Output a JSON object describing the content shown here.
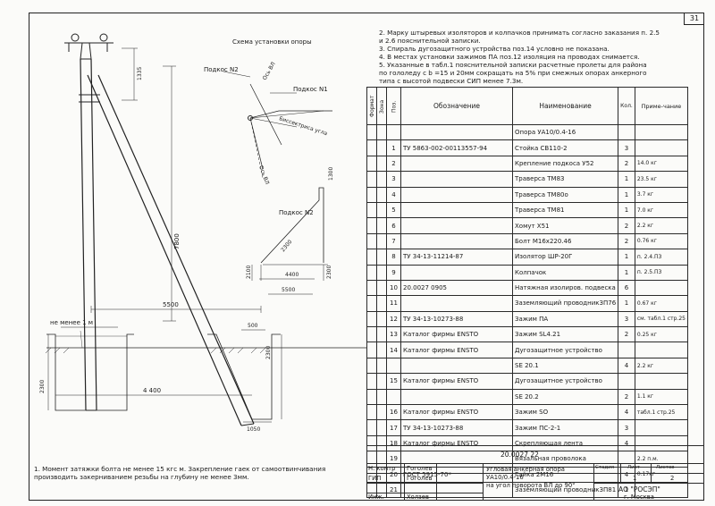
{
  "page_number": "31",
  "notes_top": [
    "2. Марку штыревых изоляторов и колпачков принимать согласно заказания п. 2.5",
    "и 2.6 пояснительной записки.",
    "3. Спираль дугозащитного устройства поз.14 условно не показана.",
    "4. В местах установки зажимов ПА поз.12 изоляция на проводах снимается.",
    "5. Указанные в табл.1 пояснительной записки расчетные пролеты для района",
    "по гололеду с b =15 и 20мм сокращать на 5% при смежных опорах анкерного",
    "типа с высотой подвески СИП менее 7.3м."
  ],
  "scheme": {
    "title": "Схема установки опоры",
    "podkos_n2": "Подкос N2",
    "podkos_n1": "Подкос N1",
    "os_vl_1": "Ось ВЛ",
    "os_vl_2": "Ось ВЛ",
    "bissectrisa": "Биссектриса угла",
    "podkos_n2_b": "Подкос N2"
  },
  "dims": {
    "d1335": "1335",
    "d7800": "7800",
    "d1300": "1300",
    "d2300a": "2300",
    "d2100": "2100",
    "d4400a": "4400",
    "d2300b": "2300",
    "d5500a": "5500",
    "d5500b": "5500",
    "ne_menee": "не менее 1 м",
    "d500": "500",
    "d2300c": "2300",
    "d4400b": "4 400",
    "d2300d": "2300",
    "d1050": "1050"
  },
  "spec_header": {
    "format": "Формат",
    "zona": "Зона",
    "poz": "Поз.",
    "oboznachenie": "Обозначение",
    "naimenovanie": "Наименование",
    "kol": "Кол.",
    "primechanie": "Приме-чание"
  },
  "spec_rows": [
    {
      "poz": "",
      "obozn": "",
      "naim": "Опора УА10/0.4-16",
      "kol": "",
      "prim": ""
    },
    {
      "poz": "1",
      "obozn": "ТУ 5863-002-00113557-94",
      "naim": "Стойка СВ110-2",
      "kol": "3",
      "prim": ""
    },
    {
      "poz": "2",
      "obozn": "",
      "naim": "Крепление подкоса У52",
      "kol": "2",
      "prim": "14.0 кг"
    },
    {
      "poz": "3",
      "obozn": "",
      "naim": "Траверса ТМ83",
      "kol": "1",
      "prim": "23.5 кг"
    },
    {
      "poz": "4",
      "obozn": "",
      "naim": "Траверса ТМ80о",
      "kol": "1",
      "prim": "3.7 кг"
    },
    {
      "poz": "5",
      "obozn": "",
      "naim": "Траверса ТМ81",
      "kol": "1",
      "prim": "7.0 кг"
    },
    {
      "poz": "6",
      "obozn": "",
      "naim": "Хомут Х51",
      "kol": "2",
      "prim": "2.2 кг"
    },
    {
      "poz": "7",
      "obozn": "",
      "naim": "Болт М16х220.46",
      "kol": "2",
      "prim": "0.76 кг"
    },
    {
      "poz": "8",
      "obozn": "ТУ 34-13-11214-87",
      "naim": "Изолятор ШР-20Г",
      "kol": "1",
      "prim": "п. 2.4.ПЗ"
    },
    {
      "poz": "9",
      "obozn": "",
      "naim": "Колпачок",
      "kol": "1",
      "prim": "п. 2.5.ПЗ"
    },
    {
      "poz": "10",
      "obozn": "20.0027 0905",
      "naim": "Натяжная изолиров. подвеска",
      "kol": "6",
      "prim": ""
    },
    {
      "poz": "11",
      "obozn": "",
      "naim": "Заземляющий проводникЗП76",
      "kol": "1",
      "prim": "0.67 кг"
    },
    {
      "poz": "12",
      "obozn": "ТУ 34-13-10273-88",
      "naim": "Зажим ПА",
      "kol": "3",
      "prim": "см. табл.1 стр.25"
    },
    {
      "poz": "13",
      "obozn": "Каталог фирмы ENSTO",
      "naim": "Зажим SL4.21",
      "kol": "2",
      "prim": "0.25 кг"
    },
    {
      "poz": "14",
      "obozn": "Каталог фирмы ENSTO",
      "naim": "Дугозащитное устройство",
      "kol": "",
      "prim": ""
    },
    {
      "poz": "",
      "obozn": "",
      "naim": "SE 20.1",
      "kol": "4",
      "prim": "2.2 кг"
    },
    {
      "poz": "15",
      "obozn": "Каталог фирмы ENSTO",
      "naim": "Дугозащитное устройство",
      "kol": "",
      "prim": ""
    },
    {
      "poz": "",
      "obozn": "",
      "naim": "SE 20.2",
      "kol": "2",
      "prim": "1.1 кг"
    },
    {
      "poz": "16",
      "obozn": "Каталог фирмы ENSTO",
      "naim": "Зажим SO",
      "kol": "4",
      "prim": "табл.1 стр.25"
    },
    {
      "poz": "17",
      "obozn": "ТУ 34-13-10273-88",
      "naim": "Зажим ПС-2-1",
      "kol": "3",
      "prim": ""
    },
    {
      "poz": "18",
      "obozn": "Каталог фирмы ENSTO",
      "naim": "Скрепляющая лента",
      "kol": "4",
      "prim": ""
    },
    {
      "poz": "19",
      "obozn": "",
      "naim": "Вязальная проволока",
      "kol": "",
      "prim": "2.2 п.м."
    },
    {
      "poz": "20",
      "obozn": "ГОСТ 5915-70*",
      "naim": "Гайка 2М16",
      "kol": "4",
      "prim": "0.17кг"
    },
    {
      "poz": "21",
      "obozn": "",
      "naim": "Заземляющий проводникЗП81",
      "kol": "1",
      "prim": ""
    }
  ],
  "title_block": {
    "code": "20.0027 22",
    "n_kontr": "Н. контр",
    "gip": "ГИП",
    "inzh": "Инж.",
    "name1": "Гоголев",
    "name2": "Гоголев",
    "name3": "Холзев",
    "title_l1": "Угловая анкерная опора",
    "title_l2": "УА10/0.4-16",
    "title_l3": "на угол поворота ВЛ до 90°",
    "stadia": "Стадия",
    "list": "Лист",
    "listov": "Листов",
    "list_val": "1",
    "listov_val": "2",
    "org1": "АО \"РОСЭП\"",
    "org2": "г. Москва"
  },
  "bottom_note": "1. Момент затяжки болта не менее 15 кгс м. Закрепление гаек от самоотвинчивания производить закерниванием резьбы на глубину не менее 3мм."
}
